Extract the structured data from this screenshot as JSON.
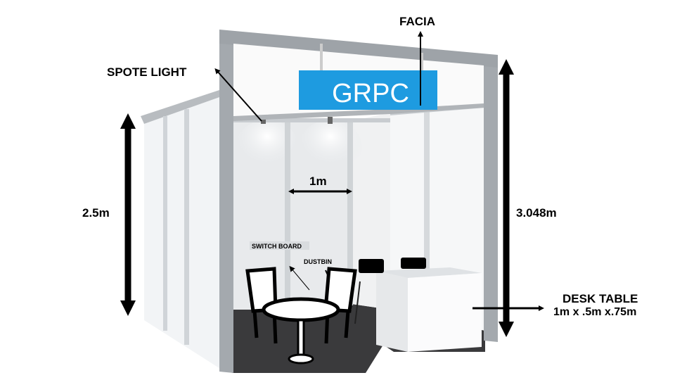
{
  "sign": {
    "text": "GRPC",
    "color": "#1e9be0"
  },
  "labels": {
    "facia": "FACIA",
    "spot_light": "SPOTE LIGHT",
    "wall_height": "2.5m",
    "panel_width": "1m",
    "frame_height": "3.048m",
    "desk_table": "DESK TABLE",
    "desk_dimensions": "1m x .5m x.75m",
    "switch_board": "SWITCH BOARD",
    "dustbin": "DUSTBIN"
  },
  "colors": {
    "frame": "#9ea3a8",
    "wall": "#eef0f2",
    "floor": "#3a3a3c",
    "arrow": "#000000"
  }
}
